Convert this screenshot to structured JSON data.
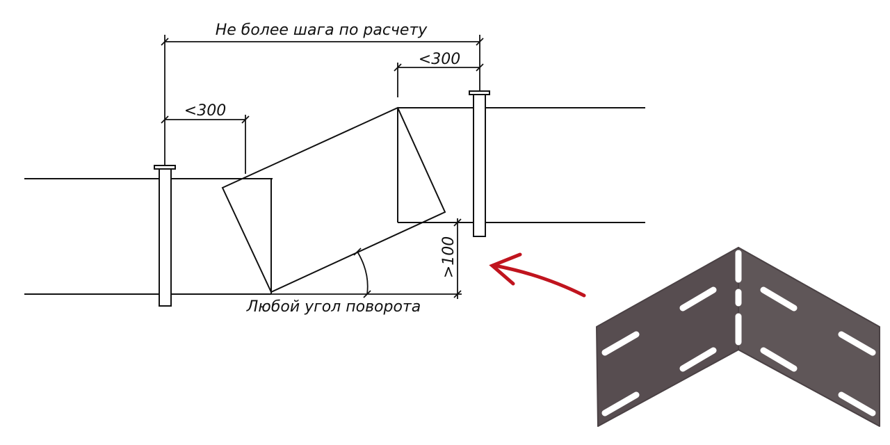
{
  "drawing": {
    "top_dimension_label": "Не более шага по расчету",
    "left_offset_label": "<300",
    "right_offset_label": "<300",
    "vertical_gap_label": ">100",
    "angle_label": "Любой угол поворота"
  },
  "colors": {
    "line": "#111111",
    "arrow": "#c0141e",
    "bracket": "#5a5052"
  }
}
